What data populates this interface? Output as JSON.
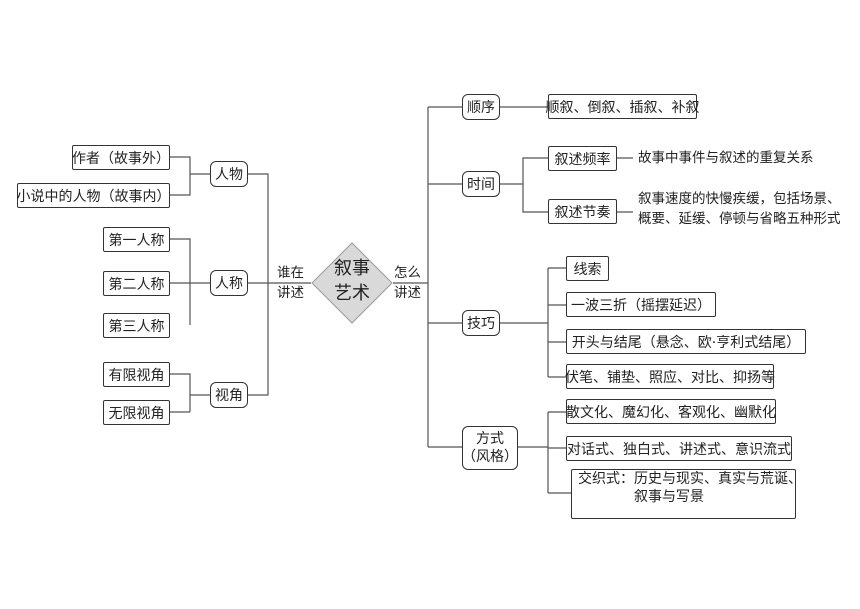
{
  "center": {
    "line1": "叙事",
    "line2": "艺术"
  },
  "left_connector": {
    "line1": "谁在",
    "line2": "讲述"
  },
  "right_connector": {
    "line1": "怎么",
    "line2": "讲述"
  },
  "left_branches": {
    "character": {
      "label": "人物",
      "items": [
        "作者（故事外）",
        "小说中的人物（故事内）"
      ]
    },
    "person": {
      "label": "人称",
      "items": [
        "第一人称",
        "第二人称",
        "第三人称"
      ]
    },
    "perspective": {
      "label": "视角",
      "items": [
        "有限视角",
        "无限视角"
      ]
    }
  },
  "right_branches": {
    "order": {
      "label": "顺序",
      "item": "顺叙、倒叙、插叙、补叙"
    },
    "time": {
      "label": "时间",
      "frequency": {
        "label": "叙述频率",
        "desc": "故事中事件与叙述的重复关系"
      },
      "rhythm": {
        "label": "叙述节奏",
        "desc_line1": "叙事速度的快慢疾缓，包括场景、",
        "desc_line2": "概要、延缓、停顿与省略五种形式"
      }
    },
    "technique": {
      "label": "技巧",
      "items": [
        "线索",
        "一波三折（摇摆延迟）",
        "开头与结尾（悬念、欧·亨利式结尾）",
        "伏笔、铺垫、照应、对比、抑扬等"
      ]
    },
    "style": {
      "label_line1": "方式",
      "label_line2": "（风格）",
      "items": [
        "散文化、魔幻化、客观化、幽默化",
        "对话式、独白式、讲述式、意识流式"
      ],
      "last_line1": "交织式：历史与现实、真实与荒诞、",
      "last_line2": "叙事与写景"
    }
  }
}
